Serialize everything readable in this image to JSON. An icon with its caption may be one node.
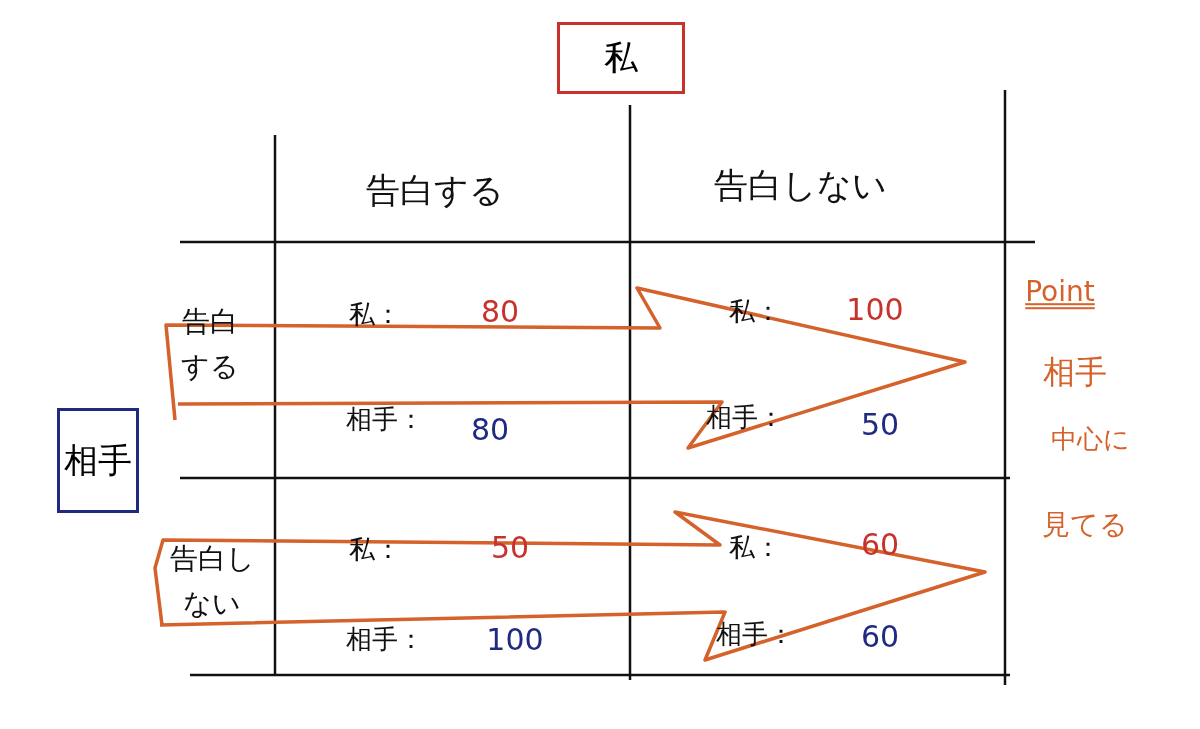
{
  "diagram": {
    "nodes": [
      {
        "text": [
          "私"
        ]
      },
      {
        "text": [
          "相手"
        ]
      }
    ],
    "labels": [
      "告白する",
      "告白しない",
      "告白する",
      "私：",
      "80",
      "私：",
      "100",
      "相手：",
      "80",
      "相手：",
      "50",
      "告白しない",
      "私：",
      "50",
      "私：",
      "60",
      "相手：",
      "100",
      "相手：",
      "60",
      "Point",
      "相手",
      "中心に",
      "見てる"
    ]
  }
}
